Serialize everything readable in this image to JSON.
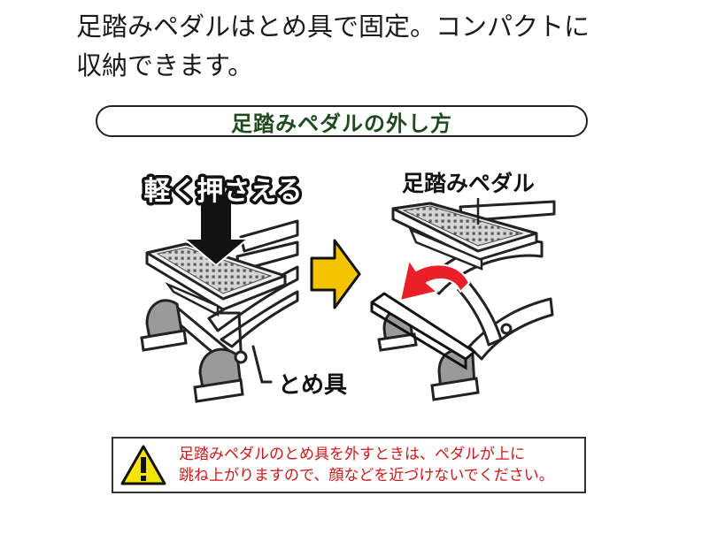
{
  "intro": {
    "line1": "足踏みペダルはとめ具で固定。コンパクトに",
    "line2": "収納できます。"
  },
  "section_title": "足踏みペダルの外し方",
  "left_figure": {
    "push_label": "軽く押さえる",
    "clip_label": "とめ具"
  },
  "right_figure": {
    "pedal_label": "足踏みペダル"
  },
  "warning": {
    "line1": "足踏みペダルのとめ具を外すときは、ペダルが上に",
    "line2": "跳ね上がりますので、顔などを近づけないでください。"
  },
  "colors": {
    "arrow_yellow": "#f5c400",
    "rotate_red": "#e8202a",
    "title_green": "#1f4a1f",
    "warning_red": "#d01818"
  },
  "icons": [
    "down-arrow-icon",
    "right-arrow-icon",
    "rotate-arrow-icon",
    "warning-triangle-icon"
  ]
}
